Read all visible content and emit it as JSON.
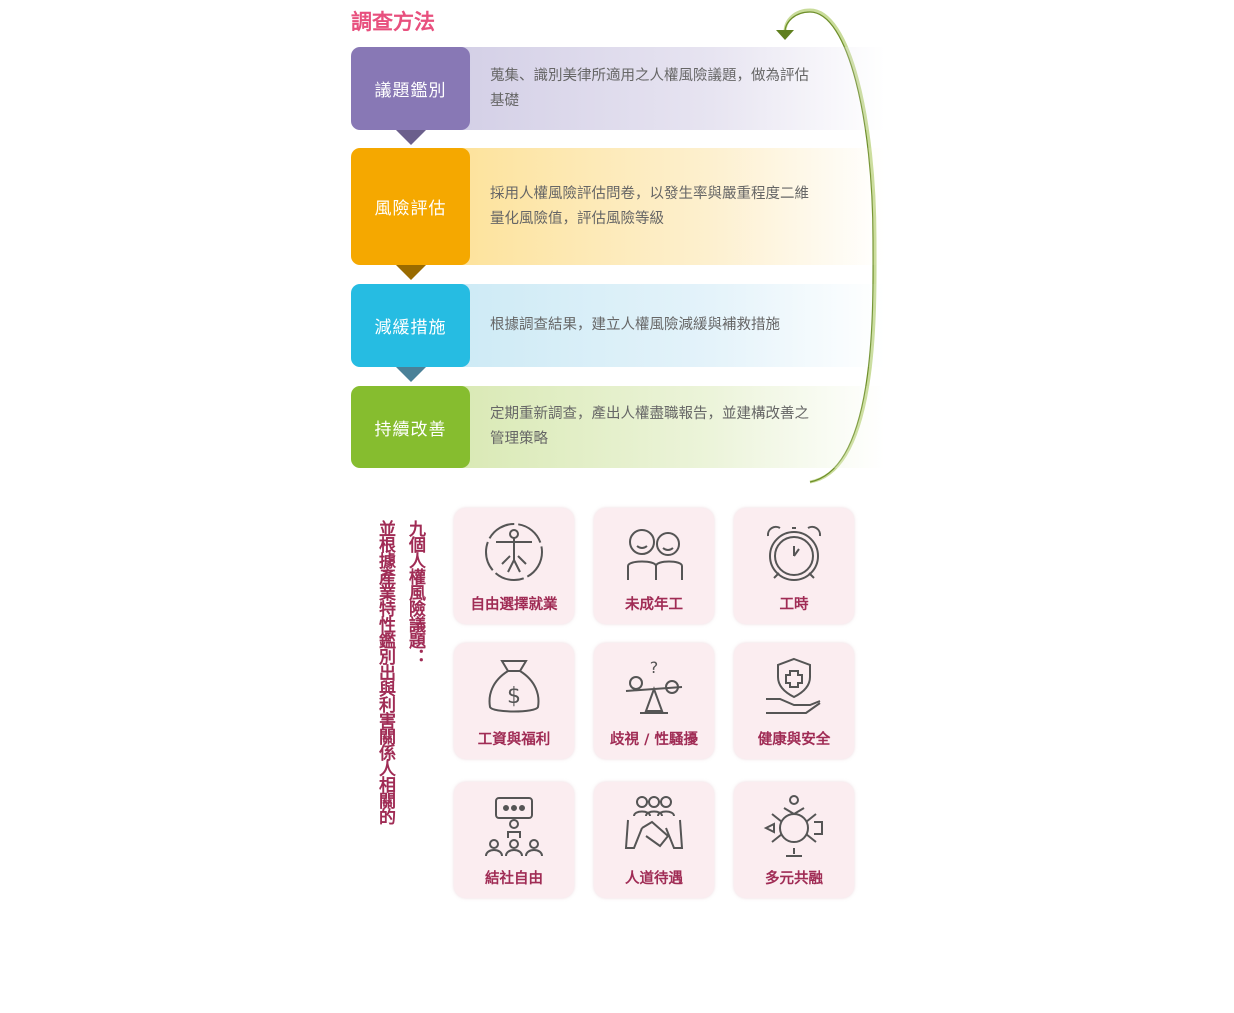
{
  "title": "調查方法",
  "steps": [
    {
      "label": "議題鑑別",
      "desc": "蒐集、識別美律所適用之人權風險議題，做為評估基礎",
      "color": "#8878b5"
    },
    {
      "label": "風險評估",
      "desc": "採用人權風險評估問卷，以發生率與嚴重程度二維量化風險值，評估風險等級",
      "color": "#f5a800"
    },
    {
      "label": "減緩措施",
      "desc": "根據調查結果，建立人權風險減緩與補救措施",
      "color": "#26bce2"
    },
    {
      "label": "持續改善",
      "desc": "定期重新調查，產出人權盡職報告，並建構改善之管理策略",
      "color": "#86bd2f"
    }
  ],
  "intro": {
    "line1": "並根據產業特性鑑別出與利害關係人相關的",
    "line2": "九個人權風險議題："
  },
  "issues": [
    {
      "label": "自由選擇就業",
      "icon": "vitruvian-person-icon"
    },
    {
      "label": "未成年工",
      "icon": "children-icon"
    },
    {
      "label": "工時",
      "icon": "alarm-clock-icon"
    },
    {
      "label": "工資與福利",
      "icon": "money-bag-icon"
    },
    {
      "label": "歧視 / 性騷擾",
      "icon": "balance-scale-icon"
    },
    {
      "label": "健康與安全",
      "icon": "shield-hand-icon"
    },
    {
      "label": "結社自由",
      "icon": "assembly-speech-icon"
    },
    {
      "label": "人道待遇",
      "icon": "handshake-icon"
    },
    {
      "label": "多元共融",
      "icon": "globe-people-icon"
    }
  ]
}
